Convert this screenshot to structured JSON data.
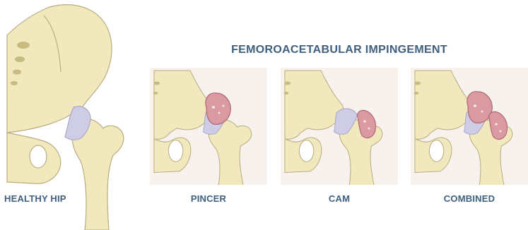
{
  "title": "FEMOROACETABULAR IMPINGEMENT",
  "panels": [
    {
      "key": "healthy",
      "label": "HEALTHY HIP"
    },
    {
      "key": "pincer",
      "label": "PINCER"
    },
    {
      "key": "cam",
      "label": "CAM"
    },
    {
      "key": "combined",
      "label": "COMBINED"
    }
  ],
  "colors": {
    "bone": "#f2e8be",
    "bone_stroke": "#b9ad7e",
    "cartilage": "#cfcde6",
    "cartilage_stroke": "#a9a7c8",
    "lesion": "#d99aa2",
    "lesion_stroke": "#b06774",
    "panel_bg": "#f7f2ee",
    "text": "#3f5f7e",
    "holes": "#c8bb80"
  }
}
